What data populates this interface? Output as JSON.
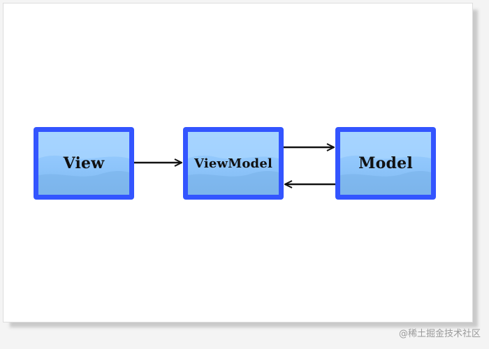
{
  "diagram": {
    "nodes": {
      "view": "View",
      "viewmodel": "ViewModel",
      "model": "Model"
    },
    "edges": [
      {
        "from": "View",
        "to": "ViewModel"
      },
      {
        "from": "ViewModel",
        "to": "Model"
      },
      {
        "from": "Model",
        "to": "ViewModel"
      }
    ],
    "colors": {
      "node_border": "#3355ff",
      "node_fill": "#8ec5fb",
      "arrow": "#111111"
    }
  },
  "watermark": "@稀土掘金技术社区"
}
